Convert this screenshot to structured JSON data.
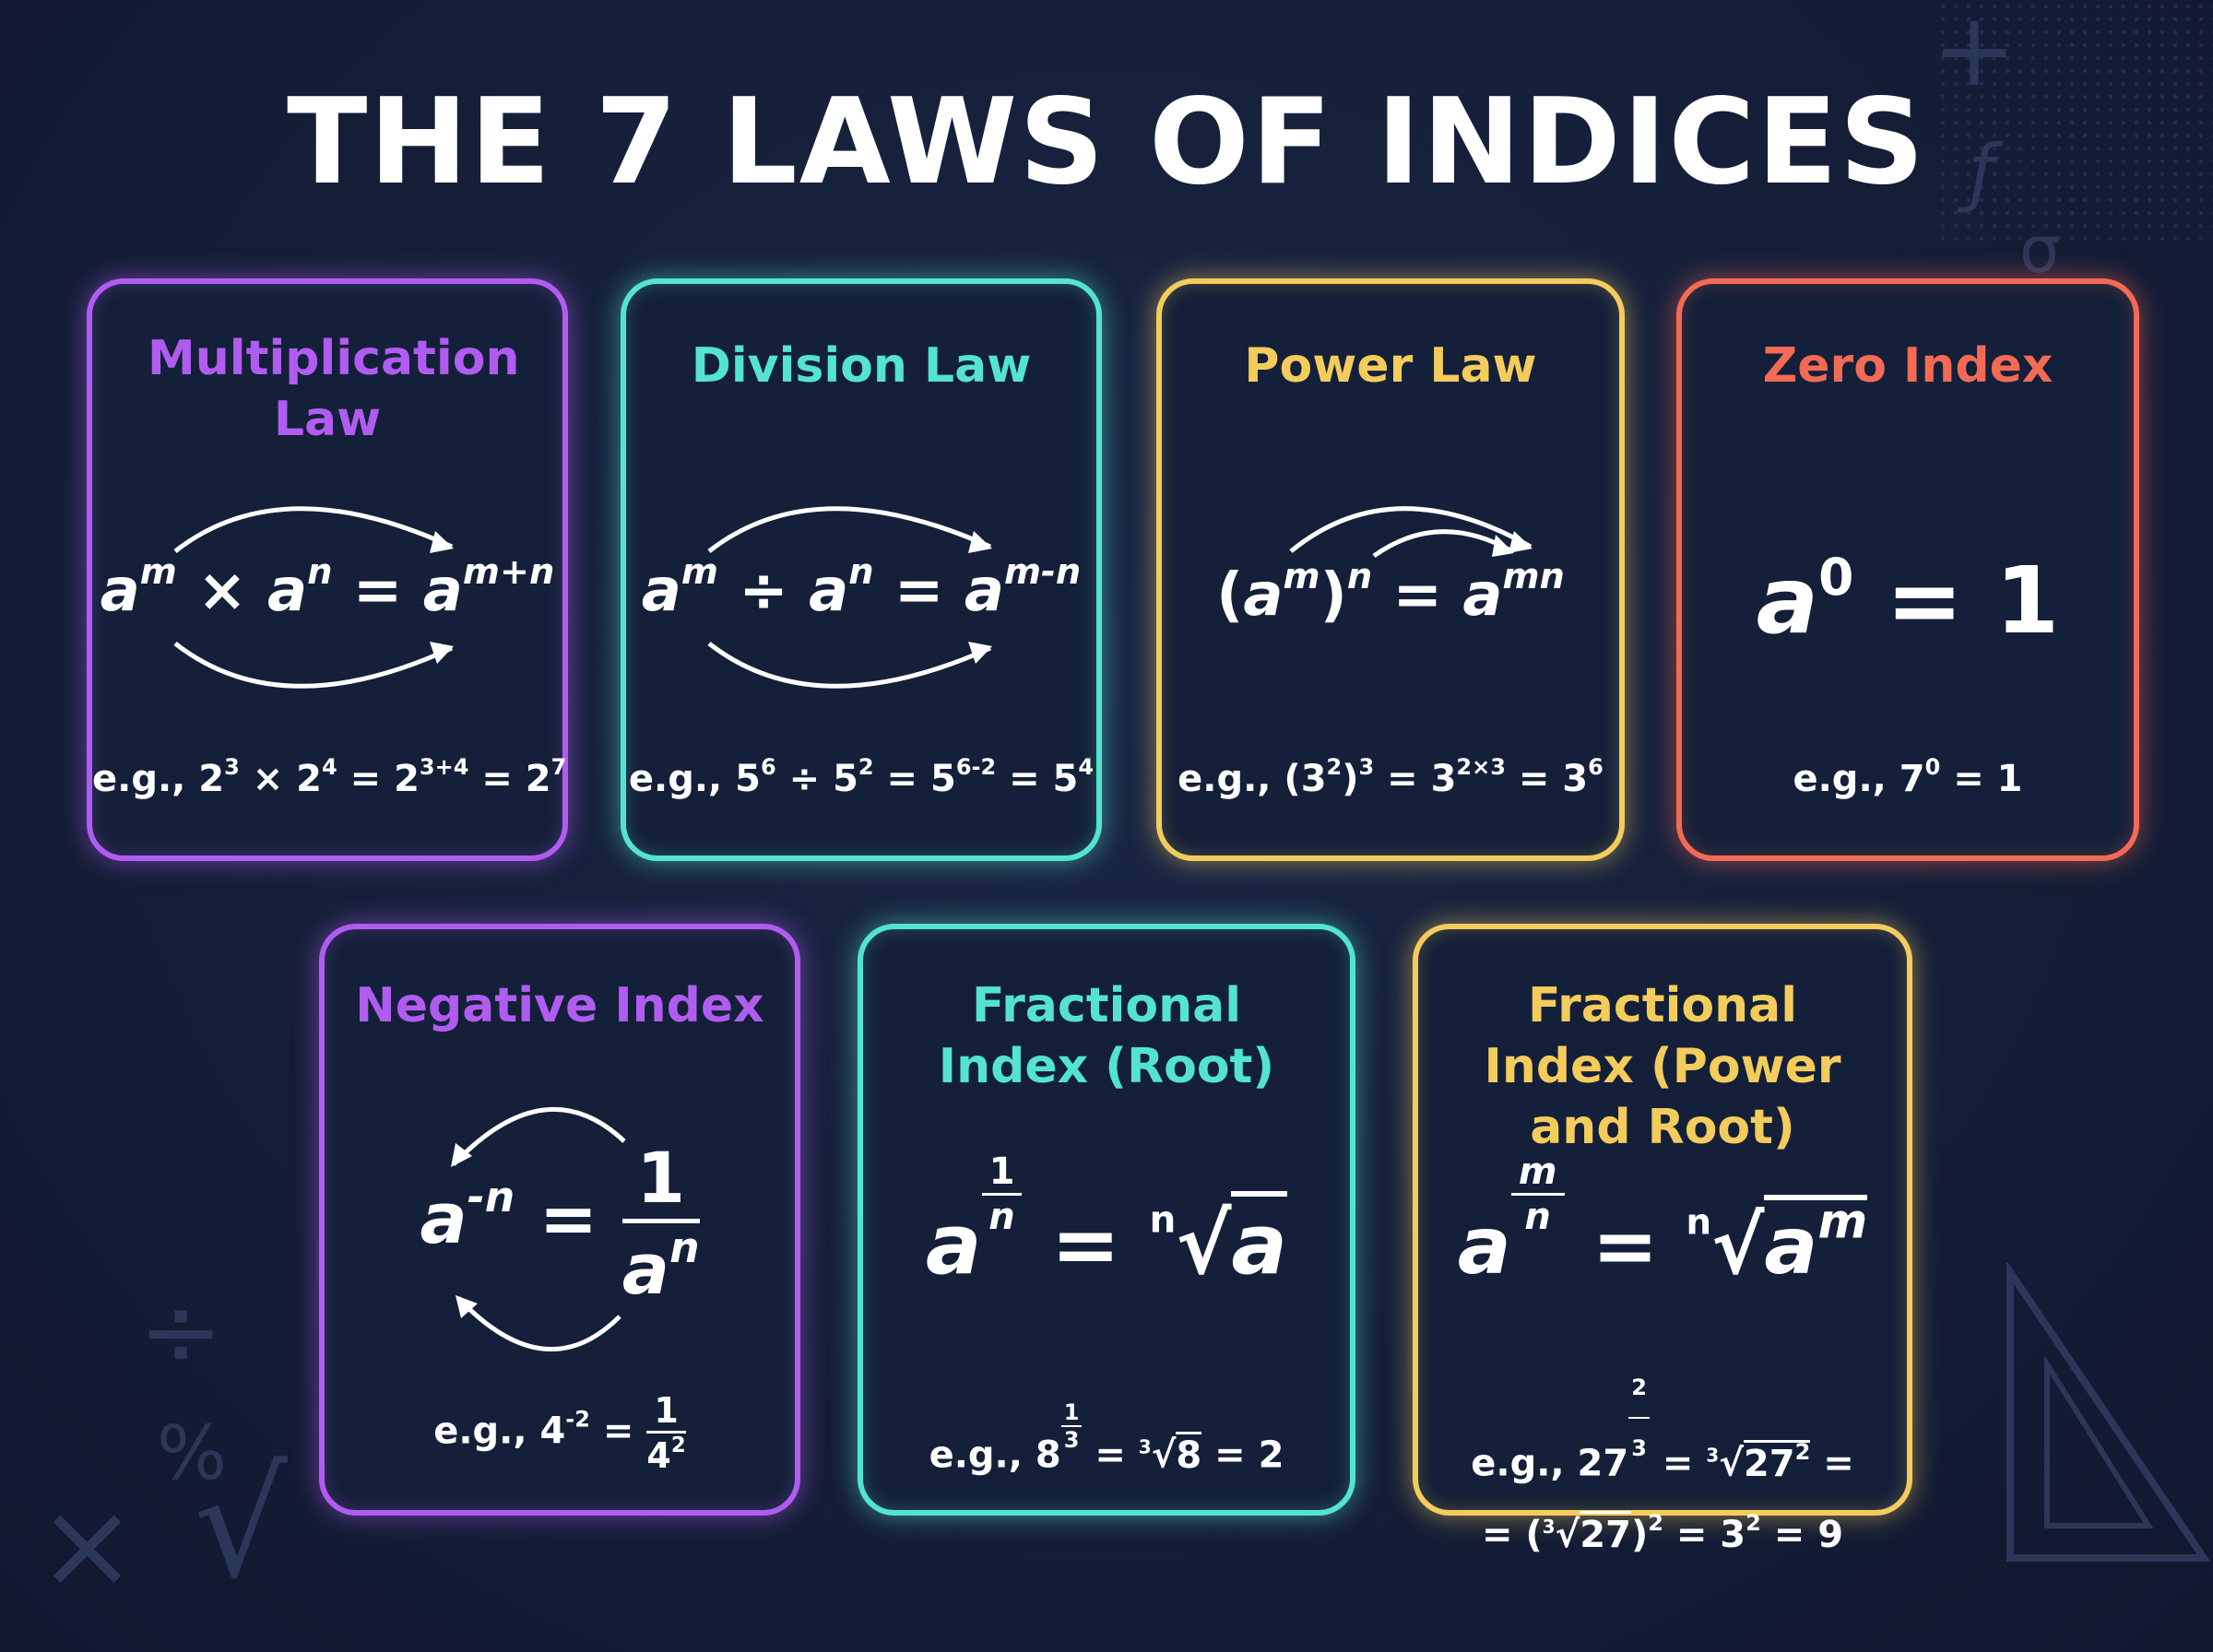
{
  "title": "THE 7 LAWS OF INDICES",
  "colors": {
    "purple": "#b15cf0",
    "teal": "#54e3d0",
    "gold": "#f4cc5c",
    "coral": "#f46a55",
    "background": "#15203a"
  },
  "cards": [
    {
      "heading": "Multiplication Law",
      "formula": "a^m × a^n = a^(m+n)",
      "example": "e.g., 2^3 × 2^4 = 2^(3+4) = 2^7"
    },
    {
      "heading": "Division Law",
      "formula": "a^m ÷ a^n = a^(m-n)",
      "example": "e.g., 5^6 ÷ 5^2 = 5^(6-2) = 5^4"
    },
    {
      "heading": "Power Law",
      "formula": "(a^m)^n = a^(mn)",
      "example": "e.g., (3^2)^3 = 3^(2×3) = 3^6"
    },
    {
      "heading": "Zero Index",
      "formula": "a^0 = 1",
      "example": "e.g., 7^0 = 1"
    },
    {
      "heading": "Negative Index",
      "formula": "a^(-n) = 1/a^n",
      "example": "e.g., 4^(-2) = 1/4^2"
    },
    {
      "heading": "Fractional Index (Root)",
      "formula": "a^(1/n) = ⁿ√a",
      "example": "e.g., 8^(1/3) = ∛8 = 2"
    },
    {
      "heading": "Fractional Index (Power and Root)",
      "formula": "a^(m/n) = ⁿ√(a^m)",
      "example_line1": "e.g., 27^(2/3) = ∛(27^2) =",
      "example_line2": "= (∛27)^2 = 3^2 = 9"
    }
  ],
  "icons": [
    "plus-icon",
    "function-icon",
    "sigma-icon",
    "divide-icon",
    "percent-icon",
    "times-icon",
    "root-icon",
    "ruler-triangle-icon",
    "pencil-icon"
  ]
}
